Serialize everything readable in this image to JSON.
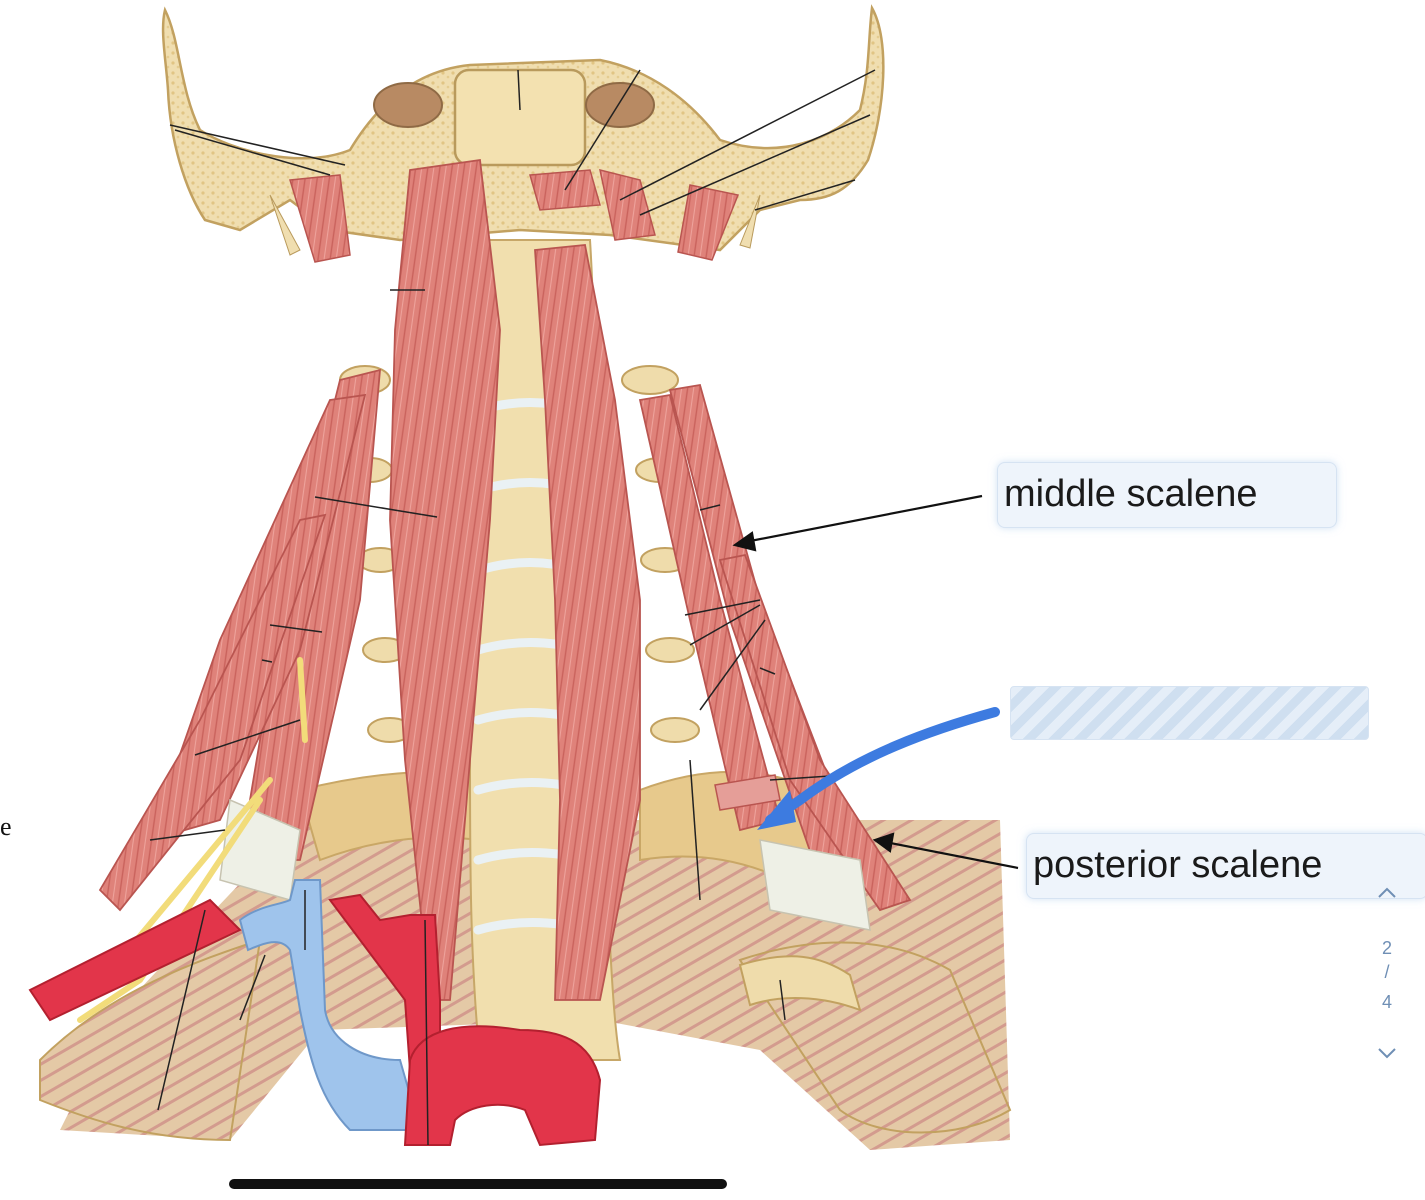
{
  "labels": {
    "middle_scalene": "middle scalene",
    "posterior_scalene": "posterior scalene",
    "side_letter": "e"
  },
  "pager": {
    "current": "2",
    "separator": "/",
    "total": "4",
    "up_icon": "chevron-up-icon",
    "down_icon": "chevron-down-icon"
  },
  "colors": {
    "bone": "#efdcab",
    "muscle": "#de7e78",
    "muscle_dark": "#c65a56",
    "tendon": "#f2f0e6",
    "vein": "#9fc4ec",
    "artery": "#e2354a",
    "nerve": "#f1dc7c",
    "annotation_arrow": "#3d7be0",
    "label_background": "#eef4fb"
  }
}
